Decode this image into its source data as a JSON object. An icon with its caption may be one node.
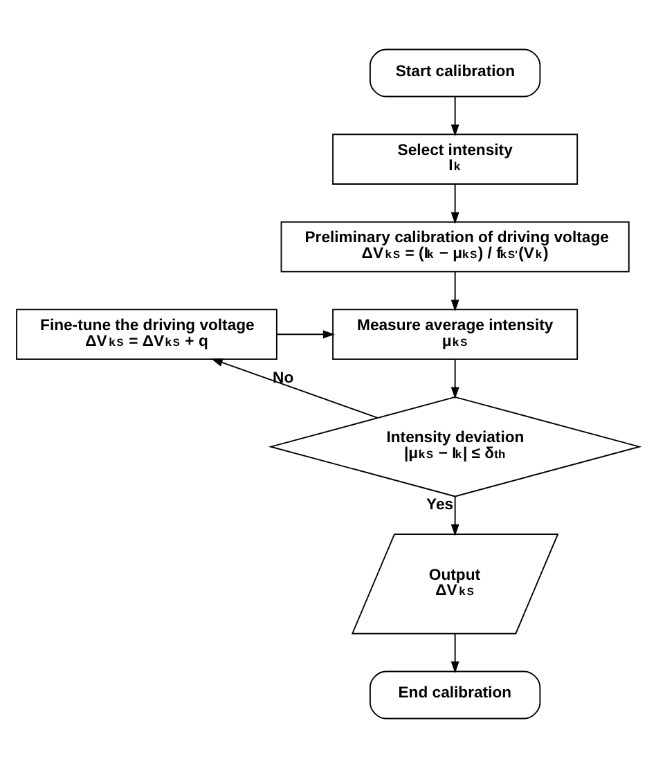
{
  "diagram": {
    "nodes": [
      {
        "text": [
          "Start calibration"
        ]
      },
      {
        "text": [
          "Select intensity",
          "I$_{k}$"
        ]
      },
      {
        "text": [
          "Preliminary calibration of driving voltage",
          "ΔV$_{k}$$^{S}$ = (I$_{k}$ − μ$_{k}$$^{S}$) / f$_{k}$$^{S′}$(V$_{k}$)"
        ]
      },
      {
        "text": [
          "Fine-tune the driving voltage",
          "ΔV$_{k}$$^{S}$ = ΔV$_{k}$$^{S}$ + q"
        ]
      },
      {
        "text": [
          "Measure average intensity",
          "μ$_{k}$$^{S}$"
        ]
      },
      {
        "text": [
          "Intensity deviation",
          "|μ$_{k}$$^{S}$ − I$_{k}$| ≤ δ$_{th}$"
        ]
      },
      {
        "text": [
          "Output",
          "ΔV$_{k}$$^{S}$"
        ]
      },
      {
        "text": [
          "End calibration"
        ]
      }
    ],
    "edges": [
      {
        "from": 0,
        "to": 1,
        "arrow": "to"
      },
      {
        "from": 1,
        "to": 2,
        "arrow": "to"
      },
      {
        "from": 2,
        "to": 4,
        "arrow": "to"
      },
      {
        "from": 3,
        "to": 4,
        "arrow": "to"
      },
      {
        "from": 4,
        "to": 5,
        "arrow": "to"
      },
      {
        "from": 5,
        "to": 3,
        "arrow": "to",
        "label": "No"
      },
      {
        "from": 5,
        "to": 6,
        "arrow": "to",
        "label": "Yes"
      },
      {
        "from": 6,
        "to": 7,
        "arrow": "to"
      }
    ]
  }
}
